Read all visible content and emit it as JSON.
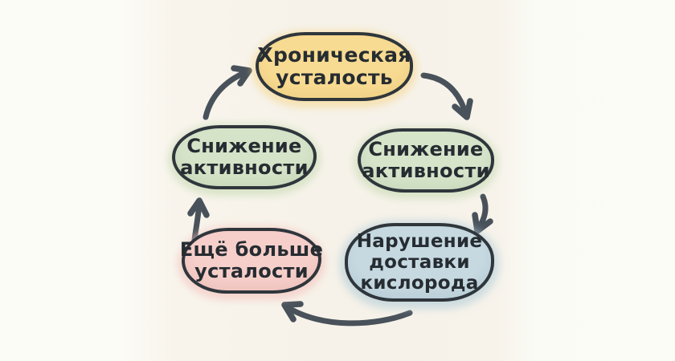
{
  "diagram": {
    "type": "cycle",
    "language": "ru",
    "palette": {
      "background": "#f6f2e9",
      "outline": "#2f363c",
      "arrow": "#49525a",
      "text": "#262c31",
      "yellow_fill": "#f8db92",
      "green_fill": "#d5e3c8",
      "blue_fill": "#c6d9e1",
      "pink_fill": "#f6cfca"
    },
    "nodes": [
      {
        "id": "chronic-fatigue",
        "full_text": "Хроническая усталость",
        "lines": [
          "Хроническая",
          "усталость"
        ],
        "fill": "#f8db92",
        "position": "top-center"
      },
      {
        "id": "reduced-activity-right",
        "full_text": "Снижение активности",
        "lines": [
          "Снижение",
          "активности"
        ],
        "fill": "#d5e3c8",
        "position": "middle-right"
      },
      {
        "id": "impaired-oxygen-delivery",
        "full_text": "Нарушение доставки кислорода",
        "lines": [
          "Нарушение",
          "доставки",
          "кислорода"
        ],
        "fill": "#c6d9e1",
        "position": "bottom-right"
      },
      {
        "id": "more-fatigue",
        "full_text": "Ещё больше усталости",
        "lines": [
          "Ещё больше",
          "усталости"
        ],
        "fill": "#f6cfca",
        "position": "bottom-left"
      },
      {
        "id": "reduced-activity-left",
        "full_text": "Снижение активности",
        "lines": [
          "Снижение",
          "активности"
        ],
        "fill": "#d5e3c8",
        "position": "middle-left"
      }
    ],
    "edges": [
      {
        "from": "chronic-fatigue",
        "to": "reduced-activity-right"
      },
      {
        "from": "reduced-activity-right",
        "to": "impaired-oxygen-delivery"
      },
      {
        "from": "impaired-oxygen-delivery",
        "to": "more-fatigue"
      },
      {
        "from": "more-fatigue",
        "to": "reduced-activity-left"
      },
      {
        "from": "reduced-activity-left",
        "to": "chronic-fatigue"
      }
    ]
  }
}
